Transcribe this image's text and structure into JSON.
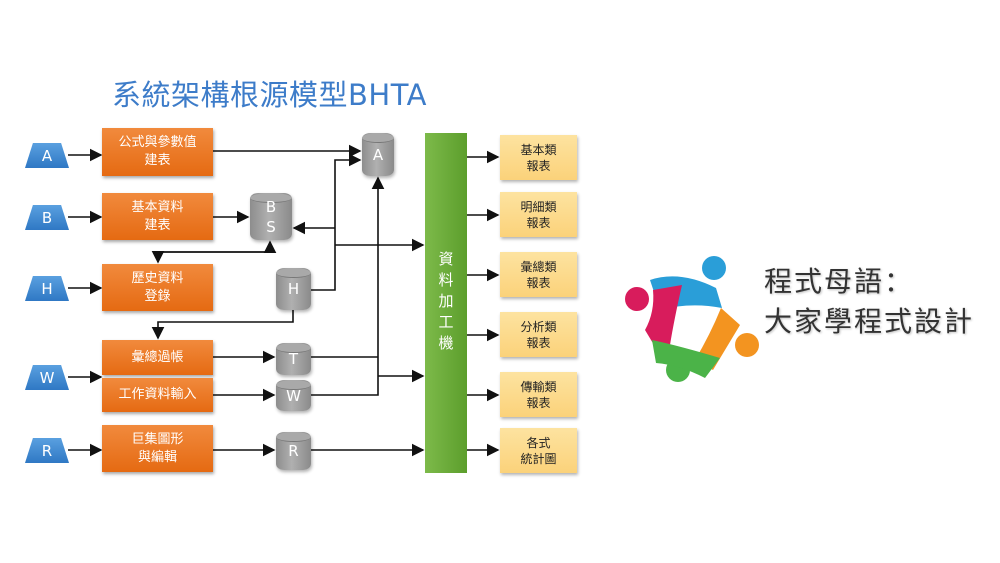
{
  "title": "系統架構根源模型BHTA",
  "sources": [
    "A",
    "B",
    "H",
    "W",
    "R"
  ],
  "processes": [
    "公式與參數值\n建表",
    "基本資料\n建表",
    "歷史資料\n登錄",
    "彙總過帳",
    "工作資料輸入",
    "巨集圖形\n與編輯"
  ],
  "stores": {
    "a": "A",
    "bs_top": "B",
    "bs_bottom": "S",
    "h": "H",
    "t": "T",
    "w": "W",
    "r": "R"
  },
  "machine": "資料加工機",
  "reports": [
    "基本類\n報表",
    "明細類\n報表",
    "彙總類\n報表",
    "分析類\n報表",
    "傳輸類\n報表",
    "各式\n統計圖"
  ],
  "brand": {
    "line1": "程式母語：",
    "line2": "大家學程式設計"
  },
  "colors": {
    "source": "#3a85d0",
    "process": "#ea7420",
    "store": "#9a9a9a",
    "machine": "#6aab38",
    "report": "#fcd98a",
    "title": "#3d7cc9"
  }
}
